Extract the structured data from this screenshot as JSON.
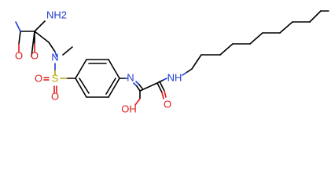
{
  "molecule": {
    "atom_labels": {
      "amide_nh2": "NH2",
      "amide_o1": "O",
      "amide_o2": "O",
      "methyl_n": "N",
      "sulfur": "S",
      "sulfonyl_o_left": "O",
      "sulfonyl_o_bottom": "O",
      "imine_n": "N",
      "hydroxyl": "OH",
      "carbonyl_o": "O",
      "amide_nh": "NH"
    },
    "colors": {
      "oxygen": "#e01b1b",
      "nitrogen": "#1f3ccf",
      "sulfur": "#b8a400",
      "carbon": "#000000"
    }
  }
}
